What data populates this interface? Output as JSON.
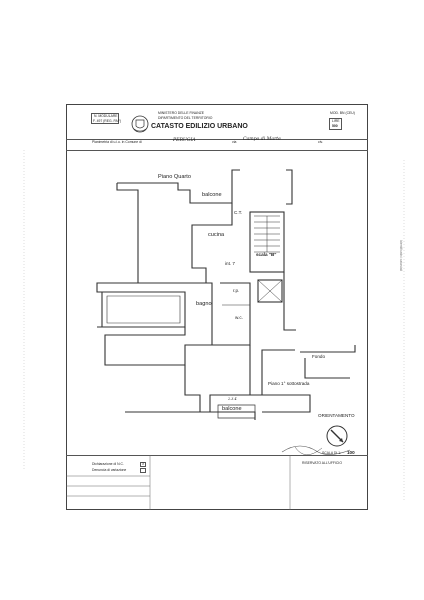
{
  "form_box": {
    "line1": "N. MODULARE",
    "line2": "F. 497 (REG. PAF)"
  },
  "header": {
    "ministry": "MINISTERO DELLE FINANZE",
    "department": "DIPARTIMENTO DEL TERRITORIO",
    "title": "CATASTO EDILIZIO URBANO",
    "model_code": "MOD. BN (CEU)",
    "lire_label": "LIRE",
    "lire_value": "500"
  },
  "planimetry": {
    "prefix": "Planimetria di u.i.u. in Comune di",
    "comune": "PERUGIA",
    "via_label": "via",
    "via": "Campo di Marte",
    "civ_label": "civ."
  },
  "floor_plan": {
    "title": "Piano Quarto",
    "rooms": {
      "balcone_top": "balcone",
      "ct": "C.T.",
      "cucina": "cucina",
      "scala": "scala \"B\"",
      "int": "int. 7",
      "rip": "r.p.",
      "bagno": "bagno",
      "wc": "w.c.",
      "fondo": "Fondo",
      "piano_sottostrada": "Piano 1° sottostrada",
      "balcone_bottom": "balcone",
      "annot": "2.3.4"
    }
  },
  "orientation": {
    "label": "ORIENTAMENTO"
  },
  "scale": {
    "label": "SCALA DI 1:",
    "value": "100"
  },
  "footer": {
    "dichiarazione": "Dichiarazione di N.C.",
    "denuncia": "Denuncia di variazione",
    "check": "X",
    "riservato": "RISERVATO ALL'UFFICIO",
    "margin_note": "Identificativi catastali"
  }
}
